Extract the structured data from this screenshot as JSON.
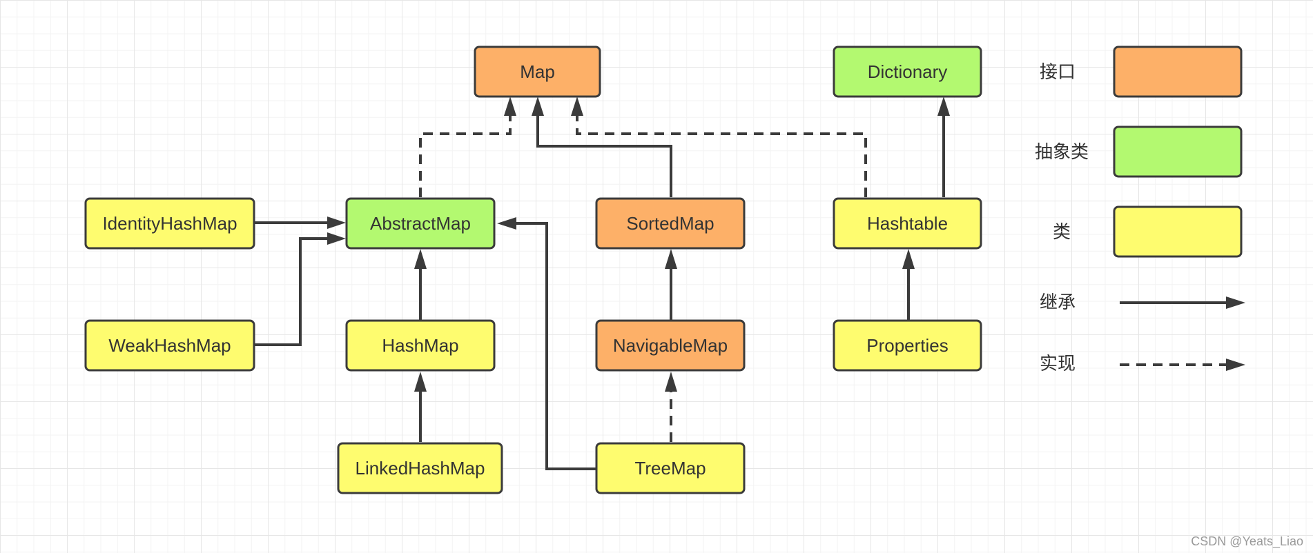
{
  "colors": {
    "interface": "#fdb068",
    "abstract": "#b3f970",
    "class": "#fefc6f",
    "stroke": "#3b3b3b"
  },
  "nodes": [
    {
      "id": "map",
      "label": "Map",
      "kind": "interface"
    },
    {
      "id": "dictionary",
      "label": "Dictionary",
      "kind": "abstract"
    },
    {
      "id": "identityhashmap",
      "label": "IdentityHashMap",
      "kind": "class"
    },
    {
      "id": "abstractmap",
      "label": "AbstractMap",
      "kind": "abstract"
    },
    {
      "id": "sortedmap",
      "label": "SortedMap",
      "kind": "interface"
    },
    {
      "id": "hashtable",
      "label": "Hashtable",
      "kind": "class"
    },
    {
      "id": "weakhashmap",
      "label": "WeakHashMap",
      "kind": "class"
    },
    {
      "id": "hashmap",
      "label": "HashMap",
      "kind": "class"
    },
    {
      "id": "navigablemap",
      "label": "NavigableMap",
      "kind": "interface"
    },
    {
      "id": "properties",
      "label": "Properties",
      "kind": "class"
    },
    {
      "id": "linkedhashmap",
      "label": "LinkedHashMap",
      "kind": "class"
    },
    {
      "id": "treemap",
      "label": "TreeMap",
      "kind": "class"
    }
  ],
  "edges": [
    {
      "from": "abstractmap",
      "to": "map",
      "type": "implements"
    },
    {
      "from": "sortedmap",
      "to": "map",
      "type": "extends"
    },
    {
      "from": "hashtable",
      "to": "map",
      "type": "implements"
    },
    {
      "from": "hashtable",
      "to": "dictionary",
      "type": "extends"
    },
    {
      "from": "identityhashmap",
      "to": "abstractmap",
      "type": "extends"
    },
    {
      "from": "weakhashmap",
      "to": "abstractmap",
      "type": "extends"
    },
    {
      "from": "hashmap",
      "to": "abstractmap",
      "type": "extends"
    },
    {
      "from": "treemap",
      "to": "abstractmap",
      "type": "extends"
    },
    {
      "from": "navigablemap",
      "to": "sortedmap",
      "type": "extends"
    },
    {
      "from": "properties",
      "to": "hashtable",
      "type": "extends"
    },
    {
      "from": "linkedhashmap",
      "to": "hashmap",
      "type": "extends"
    },
    {
      "from": "treemap",
      "to": "navigablemap",
      "type": "implements"
    }
  ],
  "legend": {
    "interface": "接口",
    "abstract": "抽象类",
    "class": "类",
    "extends": "继承",
    "implements": "实现"
  },
  "watermark": "CSDN @Yeats_Liao"
}
